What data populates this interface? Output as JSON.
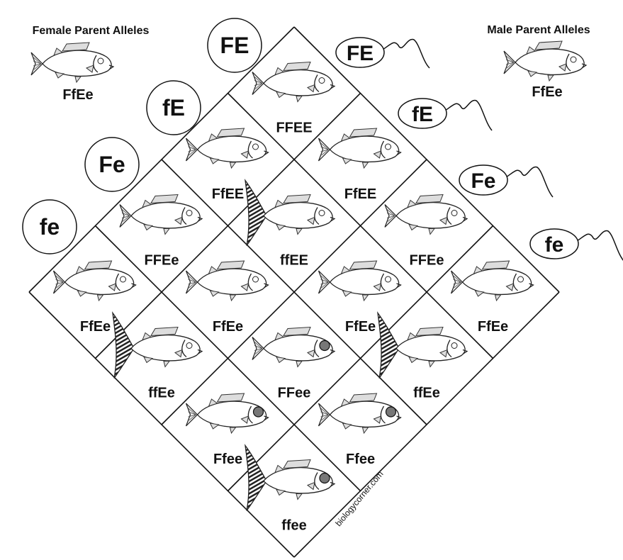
{
  "female": {
    "title": "Female Parent Alleles",
    "genotype": "FfEe",
    "alleles": [
      "FE",
      "fE",
      "Fe",
      "fe"
    ]
  },
  "male": {
    "title": "Male Parent Alleles",
    "genotype": "FfEe",
    "alleles": [
      "FE",
      "fE",
      "Fe",
      "fe"
    ]
  },
  "cells": [
    {
      "female": 0,
      "male": 0,
      "genotype": "FFEE",
      "striped_tail": false,
      "red_eye": false
    },
    {
      "female": 0,
      "male": 1,
      "genotype": "FfEE",
      "striped_tail": false,
      "red_eye": false
    },
    {
      "female": 0,
      "male": 2,
      "genotype": "FFEe",
      "striped_tail": false,
      "red_eye": false
    },
    {
      "female": 0,
      "male": 3,
      "genotype": "FfEe",
      "striped_tail": false,
      "red_eye": false
    },
    {
      "female": 1,
      "male": 0,
      "genotype": "FfEE",
      "striped_tail": false,
      "red_eye": false
    },
    {
      "female": 1,
      "male": 1,
      "genotype": "ffEE",
      "striped_tail": true,
      "red_eye": false
    },
    {
      "female": 1,
      "male": 2,
      "genotype": "FfEe",
      "striped_tail": false,
      "red_eye": false
    },
    {
      "female": 1,
      "male": 3,
      "genotype": "ffEe",
      "striped_tail": true,
      "red_eye": false
    },
    {
      "female": 2,
      "male": 0,
      "genotype": "FFEe",
      "striped_tail": false,
      "red_eye": false
    },
    {
      "female": 2,
      "male": 1,
      "genotype": "FfEe",
      "striped_tail": false,
      "red_eye": false
    },
    {
      "female": 2,
      "male": 2,
      "genotype": "FFee",
      "striped_tail": false,
      "red_eye": true
    },
    {
      "female": 2,
      "male": 3,
      "genotype": "Ffee",
      "striped_tail": false,
      "red_eye": true
    },
    {
      "female": 3,
      "male": 0,
      "genotype": "FfEe",
      "striped_tail": false,
      "red_eye": false
    },
    {
      "female": 3,
      "male": 1,
      "genotype": "ffEe",
      "striped_tail": true,
      "red_eye": false
    },
    {
      "female": 3,
      "male": 2,
      "genotype": "Ffee",
      "striped_tail": false,
      "red_eye": true
    },
    {
      "female": 3,
      "male": 3,
      "genotype": "ffee",
      "striped_tail": true,
      "red_eye": true
    }
  ],
  "watermark": "biologycorner.com",
  "colors": {
    "line": "#111111",
    "eye": "#777777"
  }
}
